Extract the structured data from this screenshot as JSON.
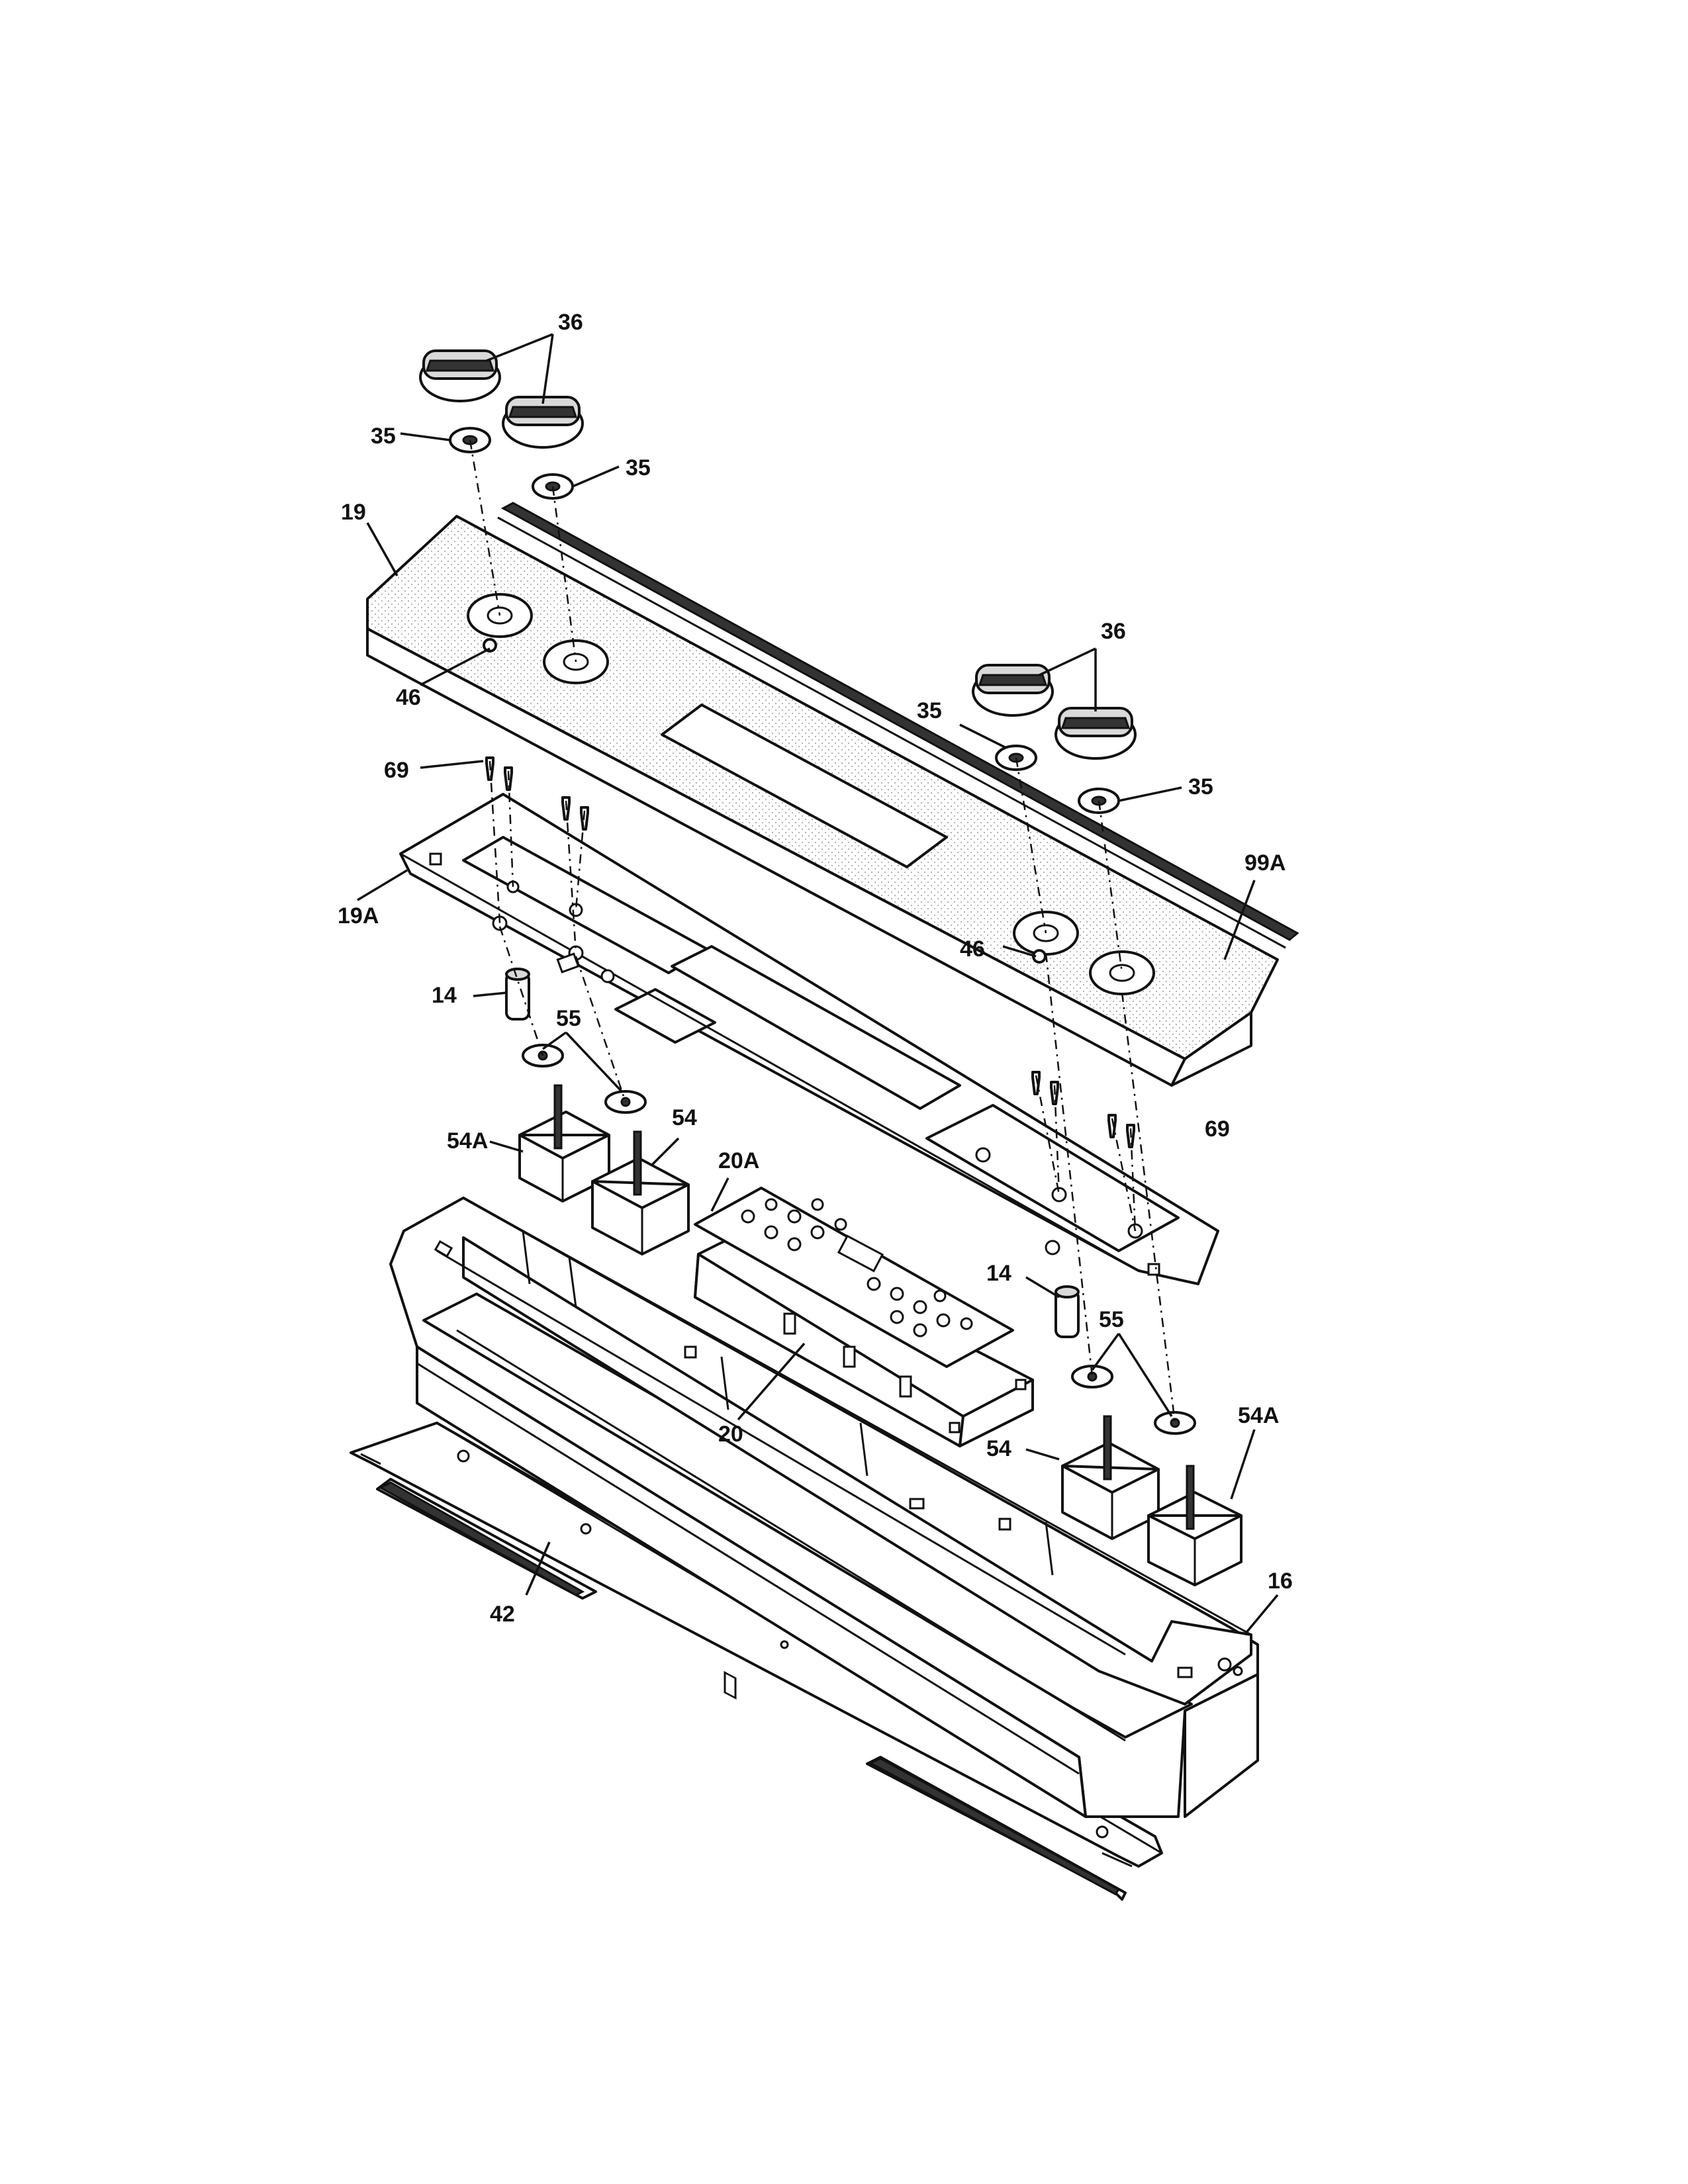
{
  "diagram": {
    "parts": [
      {
        "id": "knob-a",
        "label": "36"
      },
      {
        "id": "knob-b",
        "label": "36"
      },
      {
        "id": "bezel-left",
        "label": "35"
      },
      {
        "id": "bezel-left-2",
        "label": "35"
      },
      {
        "id": "bezel-right",
        "label": "35"
      },
      {
        "id": "bezel-right-2",
        "label": "35"
      },
      {
        "id": "panel",
        "label": "19"
      },
      {
        "id": "bracket",
        "label": "19A"
      },
      {
        "id": "clip-left",
        "label": "46"
      },
      {
        "id": "clip-right",
        "label": "46"
      },
      {
        "id": "screw-left",
        "label": "69"
      },
      {
        "id": "screw-right",
        "label": "69"
      },
      {
        "id": "trim",
        "label": "99A"
      },
      {
        "id": "light-left",
        "label": "14"
      },
      {
        "id": "light-right",
        "label": "14"
      },
      {
        "id": "spacer-left",
        "label": "55"
      },
      {
        "id": "spacer-right",
        "label": "55"
      },
      {
        "id": "switch-54a-left",
        "label": "54A"
      },
      {
        "id": "switch-54-left",
        "label": "54"
      },
      {
        "id": "switch-54-right",
        "label": "54"
      },
      {
        "id": "switch-54a-right",
        "label": "54A"
      },
      {
        "id": "overlay",
        "label": "20A"
      },
      {
        "id": "control",
        "label": "20"
      },
      {
        "id": "backguard",
        "label": "16"
      },
      {
        "id": "shield",
        "label": "42"
      }
    ]
  }
}
